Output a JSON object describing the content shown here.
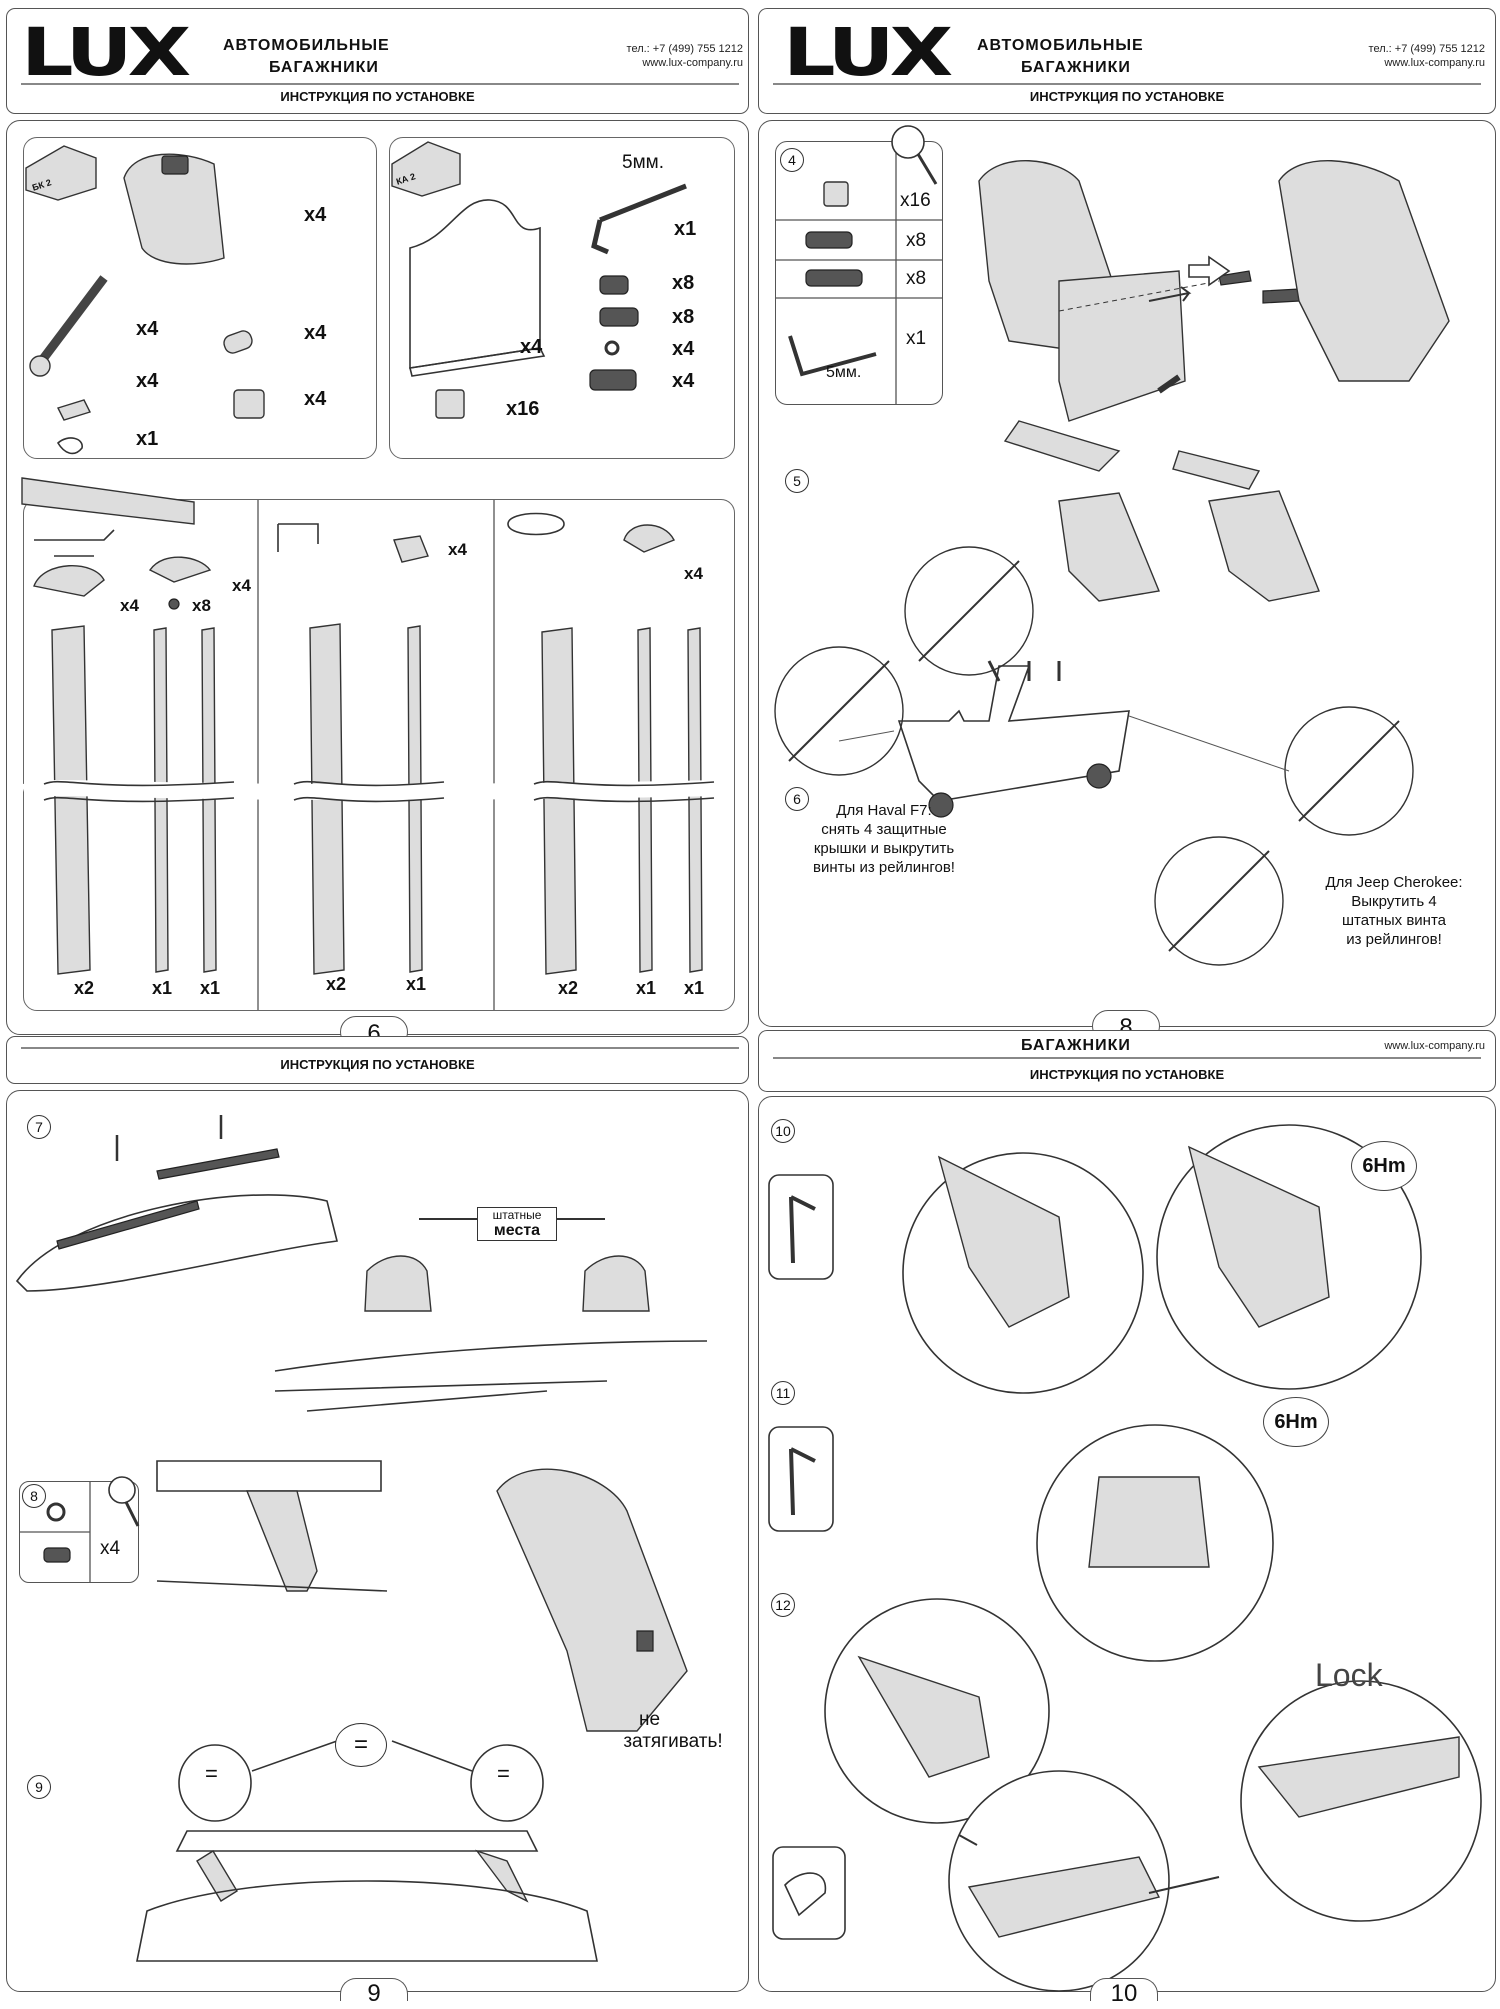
{
  "brand": {
    "logo": "LUX",
    "line1": "АВТОМОБИЛЬНЫЕ",
    "line2": "БАГАЖНИКИ",
    "phone": "тел.: +7 (499) 755 1212",
    "site": "www.lux-company.ru",
    "doc_title": "ИНСТРУКЦИЯ ПО УСТАНОВКЕ"
  },
  "pages": [
    {
      "number": "6",
      "kit_bk": {
        "tag": "БК 2",
        "qty_foot": "x4",
        "qty_bolt": "x4",
        "qty_pin": "x4",
        "qty_pad": "x4",
        "qty_plate": "x4",
        "qty_key": "x1"
      },
      "kit_ka": {
        "tag": "КА 2",
        "wrench": "5мм.",
        "qty_wrench": "x1",
        "qty_adapter": "x4",
        "qty_screw1": "x8",
        "qty_screw2": "x8",
        "qty_washer": "x4",
        "qty_screw3": "x4",
        "qty_nut": "x16"
      },
      "bars": {
        "qty_endcap": "x4",
        "qty_cover": "x4",
        "qty_screw": "x8",
        "qty_cap2": "x4",
        "qty_cap3": "x4",
        "col1": [
          "x2",
          "x1",
          "x1"
        ],
        "col2": [
          "x2",
          "x1"
        ],
        "col3": [
          "x2",
          "x1",
          "x1"
        ]
      }
    },
    {
      "number": "8",
      "step4": "4",
      "step4_rows": [
        {
          "qty": "x16"
        },
        {
          "qty": "x8"
        },
        {
          "qty": "x8"
        },
        {
          "qty": "x1",
          "label": "5мм."
        }
      ],
      "step5": "5",
      "step6": "6",
      "note_haval": [
        "Для Haval F7:",
        "снять 4 защитные",
        "крышки и выкрутить",
        "винты из рейлингов!"
      ],
      "note_jeep": [
        "Для Jeep Cherokee:",
        "Выкрутить 4",
        "штатных винта",
        "из рейлингов!"
      ]
    },
    {
      "number": "9",
      "step7": "7",
      "mesta": [
        "штатные",
        "места"
      ],
      "step8": "8",
      "step8_qty": "x4",
      "no_tighten": [
        "не",
        "затягивать!"
      ],
      "step9": "9",
      "eq": "="
    },
    {
      "number": "10",
      "step10": "10",
      "torque": "6Hm",
      "step11": "11",
      "step12": "12",
      "lock": "Lock"
    }
  ]
}
